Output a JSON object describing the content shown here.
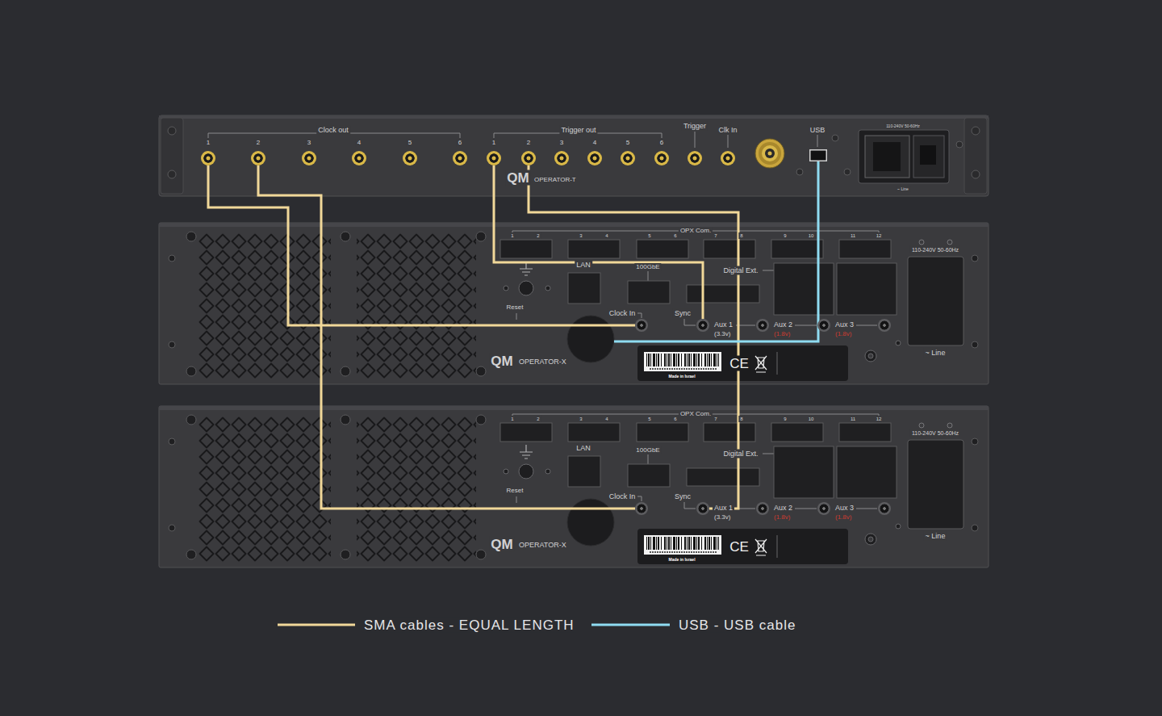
{
  "diagram": {
    "nodes": [
      {
        "text": [
          "QM",
          "OPERATOR-T"
        ]
      },
      {
        "text": [
          "1"
        ],
        "in": 0
      },
      {
        "text": [
          "2"
        ],
        "in": 0
      },
      {
        "text": [
          "3"
        ],
        "in": 0
      },
      {
        "text": [
          "4"
        ],
        "in": 0
      },
      {
        "text": [
          "5"
        ],
        "in": 0
      },
      {
        "text": [
          "6"
        ],
        "in": 0
      },
      {
        "text": [
          "1"
        ],
        "in": 0
      },
      {
        "text": [
          "2"
        ],
        "in": 0
      },
      {
        "text": [
          "3"
        ],
        "in": 0
      },
      {
        "text": [
          "4"
        ],
        "in": 0
      },
      {
        "text": [
          "5"
        ],
        "in": 0
      },
      {
        "text": [
          "6"
        ],
        "in": 0
      },
      {
        "text": [
          "Trigger"
        ],
        "in": 0
      },
      {
        "text": [
          "Clk In"
        ],
        "in": 0
      },
      {
        "text": [
          "USB"
        ],
        "in": 0
      },
      {
        "text": [
          "QM",
          "OPERATOR-X"
        ]
      },
      {
        "text": [
          "Clock In"
        ],
        "in": 16
      },
      {
        "text": [
          "Sync"
        ],
        "in": 16
      },
      {
        "text": [
          "Aux 1",
          "(3.3v)"
        ],
        "in": 16
      },
      {
        "text": [
          "Aux 2",
          "(1.8v)"
        ],
        "in": 16
      },
      {
        "text": [
          "Aux 3",
          "(1.8v)"
        ],
        "in": 16
      },
      {
        "text": [
          "QM",
          "OPERATOR-X"
        ]
      },
      {
        "text": [
          "Clock In"
        ],
        "in": 22
      },
      {
        "text": [
          "Sync"
        ],
        "in": 22
      },
      {
        "text": [
          "Aux 1",
          "(3.3v)"
        ],
        "in": 22
      },
      {
        "text": [
          "Aux 2",
          "(1.8v)"
        ],
        "in": 22
      },
      {
        "text": [
          "Aux 3",
          "(1.8v)"
        ],
        "in": 22
      }
    ],
    "edges": [
      {
        "from": 1,
        "to": 17,
        "arrow": "none"
      },
      {
        "from": 2,
        "to": 23,
        "arrow": "none"
      },
      {
        "from": 7,
        "to": 18,
        "arrow": "none"
      },
      {
        "from": 8,
        "to": 24,
        "arrow": "none"
      },
      {
        "from": 15,
        "to": 16,
        "arrow": "none"
      }
    ],
    "labels": [
      "Clock out",
      "Trigger out",
      "110-240V 50-60Hz",
      "~ Line",
      "OPX Com.",
      "1",
      "2",
      "3",
      "4",
      "5",
      "6",
      "7",
      "8",
      "9",
      "10",
      "11",
      "12",
      "Reset",
      "LAN",
      "100GbE",
      "Digital Ext.",
      "CE",
      "Made in Israel",
      "110-240V 50-60Hz",
      "~ Line",
      "OPX Com.",
      "1",
      "2",
      "3",
      "4",
      "5",
      "6",
      "7",
      "8",
      "9",
      "10",
      "11",
      "12",
      "Reset",
      "LAN",
      "100GbE",
      "Digital Ext.",
      "CE",
      "Made in Israel",
      "110-240V 50-60Hz",
      "~ Line"
    ],
    "legend": [
      {
        "text": "SMA cables - EQUAL LENGTH"
      },
      {
        "text": "USB - USB cable"
      }
    ]
  }
}
